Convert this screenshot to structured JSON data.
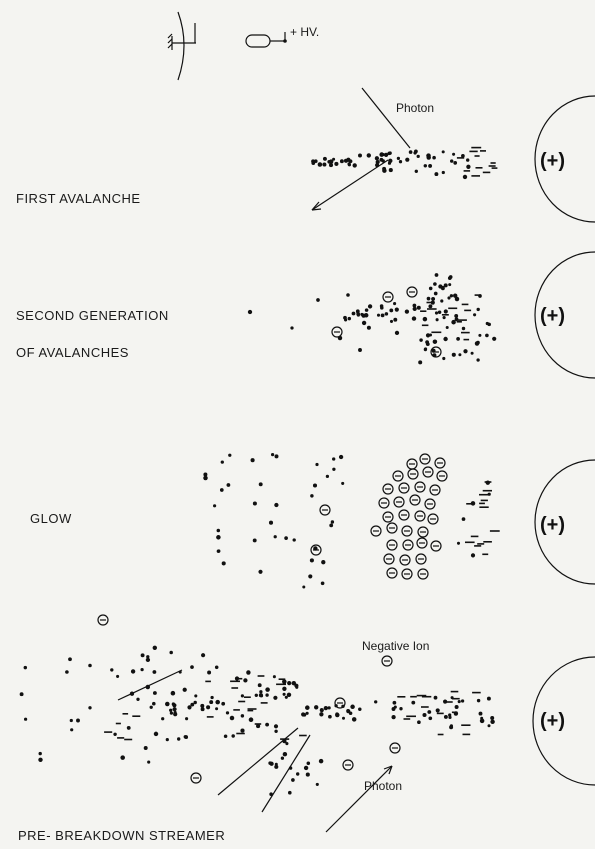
{
  "labels": {
    "hv": "+ HV.",
    "photon_top": "Photon",
    "first_avalanche": "FIRST  AVALANCHE",
    "second_gen_line1": "SECOND  GENERATION",
    "second_gen_line2": "OF   AVALANCHES",
    "glow": "GLOW",
    "negative_ion": "Negative  Ion",
    "photon_bottom": "Photon",
    "streamer": "PRE- BREAKDOWN    STREAMER",
    "anode": "(+)"
  },
  "colors": {
    "ink": "#111111",
    "paper": "#f4f4f1"
  }
}
